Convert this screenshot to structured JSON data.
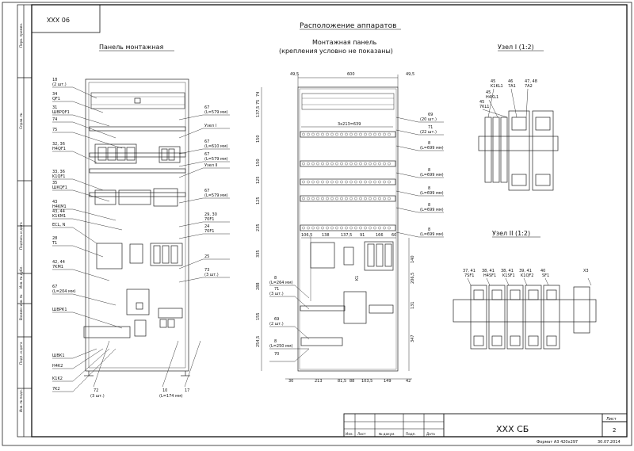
{
  "drawing_code_rotated": "90 XXX",
  "page_title": "Расположение аппаратов",
  "views": {
    "left_title": "Панель монтажная",
    "center_title_1": "Монтажная панель",
    "center_title_2": "(крепления условно не показаны)",
    "node1_title": "Узел I (1:2)",
    "node2_title": "Узел II (1:2)"
  },
  "left_margin_labels": [
    "Перв. примен.",
    "Справ. №",
    "Подпись и дата",
    "Инв. № дубл.",
    "Взамен инв. №",
    "Подп. и дата",
    "Инв. № подл."
  ],
  "left_callouts": [
    {
      "t1": "18",
      "t2": "(2 шт.)"
    },
    {
      "t1": "34",
      "t2": "QF1"
    },
    {
      "t1": "31",
      "t2": "ШВРQF1"
    },
    {
      "t1": "74",
      "t2": ""
    },
    {
      "t1": "75",
      "t2": ""
    },
    {
      "t1": "32, 36",
      "t2": "H4QF1"
    },
    {
      "t1": "33, 36",
      "t2": "K1QF1"
    },
    {
      "t1": "35",
      "t2": "ШКQF1"
    },
    {
      "t1": "43",
      "t2": "H4KM1"
    },
    {
      "t1": "43, 44",
      "t2": "K1KM1"
    },
    {
      "t1": "ECL, N",
      "t2": ""
    },
    {
      "t1": "28",
      "t2": "T1"
    },
    {
      "t1": "42, 44",
      "t2": "7KM1"
    },
    {
      "t1": "67",
      "t2": "(L=204 мм)"
    },
    {
      "t1": "ШВРК1",
      "t2": ""
    },
    {
      "t1": "ШВК1",
      "t2": ""
    },
    {
      "t1": "H4K2",
      "t2": ""
    },
    {
      "t1": "K1K2",
      "t2": ""
    },
    {
      "t1": "7K2",
      "t2": ""
    }
  ],
  "left_right_callouts": [
    {
      "t1": "67",
      "t2": "(L=579 мм)"
    },
    {
      "t1": "Узел I",
      "t2": ""
    },
    {
      "t1": "67",
      "t2": "(L=610 мм)"
    },
    {
      "t1": "67",
      "t2": "(L=579 мм)"
    },
    {
      "t1": "Узел II",
      "t2": ""
    },
    {
      "t1": "67",
      "t2": "(L=579 мм)"
    },
    {
      "t1": "29, 30",
      "t2": "70F1"
    },
    {
      "t1": "24",
      "t2": "70F1"
    },
    {
      "t1": "25",
      "t2": ""
    },
    {
      "t1": "73",
      "t2": "(3 шт.)"
    }
  ],
  "bottom_callouts": [
    {
      "t1": "72",
      "t2": "(3 шт.)"
    },
    {
      "t1": "10",
      "t2": "(L=174 мм)"
    },
    {
      "t1": "17",
      "t2": ""
    }
  ],
  "center_top_dims": [
    "49,5",
    "600",
    "49,5"
  ],
  "center_left_dims": [
    "74",
    "75",
    "137,5",
    "150",
    "150",
    "125",
    "125",
    "235",
    "335",
    "288",
    "155",
    "254,5"
  ],
  "center_bottom_dims": [
    "30",
    "213",
    "81,5",
    "88",
    "103,5",
    "149",
    "42"
  ],
  "center_mid_dims": [
    "106,5",
    "138",
    "137,5",
    "91",
    "166",
    "60"
  ],
  "center_3x": "3x213=639",
  "center_right_dims": [
    "140",
    "206,5",
    "131",
    "347"
  ],
  "center_right_callouts": [
    {
      "t1": "69",
      "t2": "(20 шт.)"
    },
    {
      "t1": "71",
      "t2": "(22 шт.)"
    },
    {
      "t1": "8",
      "t2": "(L=699 мм)"
    },
    {
      "t1": "8",
      "t2": "(L=699 мм)"
    },
    {
      "t1": "8",
      "t2": "(L=699 мм)"
    },
    {
      "t1": "8",
      "t2": "(L=699 мм)"
    },
    {
      "t1": "8",
      "t2": "(L=699 мм)"
    }
  ],
  "center_left_callouts": [
    {
      "t1": "8",
      "t2": "(L=264 мм)"
    },
    {
      "t1": "71",
      "t2": "(3 шт.)"
    },
    {
      "t1": "69",
      "t2": "(2 шт.)"
    },
    {
      "t1": "8",
      "t2": "(L=250 мм)"
    },
    {
      "t1": "70",
      "t2": ""
    }
  ],
  "center_k1": "K1",
  "node1_labels": [
    {
      "t1": "45",
      "t2": "K1KL1"
    },
    {
      "t1": "45",
      "t2": "H4KL1"
    },
    {
      "t1": "45",
      "t2": "7KL1"
    },
    {
      "t1": "46",
      "t2": "7A1"
    },
    {
      "t1": "47, 48",
      "t2": "7A2"
    }
  ],
  "node2_labels": [
    {
      "t1": "37, 41",
      "t2": "7SF1"
    },
    {
      "t1": "38, 41",
      "t2": "H4SF1"
    },
    {
      "t1": "38, 41",
      "t2": "K1SF1"
    },
    {
      "t1": "39, 41",
      "t2": "K1QF2"
    },
    {
      "t1": "40",
      "t2": "SF1"
    },
    {
      "t1": "X3",
      "t2": ""
    }
  ],
  "title_block": {
    "designation": "XXX СБ",
    "sheet_label": "Лист",
    "sheet_number": "2",
    "cols": [
      "Изм.",
      "Лист",
      "№ докум.",
      "Подп.",
      "Дата"
    ],
    "format": "Формат А3 420х297",
    "date": "30.07.2014"
  }
}
